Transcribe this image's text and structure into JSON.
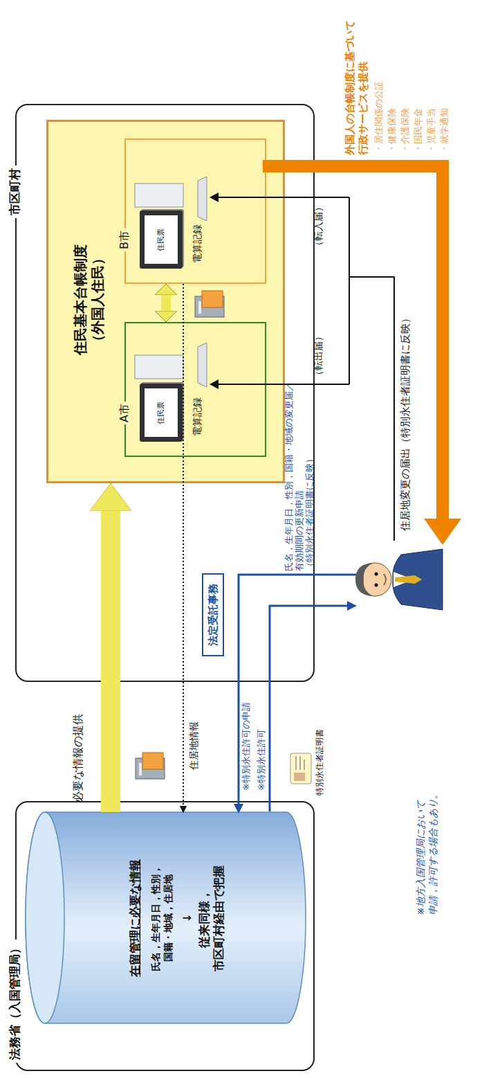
{
  "diagram": {
    "nodes": [
      {
        "text": [
          "法務省（入国管理局）"
        ]
      },
      {
        "text": [
          "在留管理に必要な情報",
          "氏名，生年月日，性別， 国籍・地域，住居地",
          "↓",
          "従来同様， 市区町村経由で把握"
        ],
        "in": 0
      },
      {
        "text": [
          "市区町村"
        ]
      },
      {
        "text": [
          "住民基本台帳制度 （外国人住民）"
        ],
        "in": 2
      },
      {
        "text": [
          "A市",
          "住民票",
          "電算記録"
        ],
        "in": 3
      },
      {
        "text": [
          "B市",
          "住民票",
          "電算記録"
        ],
        "in": 3
      },
      {
        "text": [
          "法定受託事務"
        ],
        "in": 2
      }
    ],
    "edges": [
      {
        "from": 1,
        "to": 3,
        "arrow": "to",
        "label": "必要な情報の提供"
      },
      {
        "from": 4,
        "to": 5,
        "arrow": "both"
      },
      {
        "from": 4,
        "to": 1,
        "arrow": "to",
        "label": "住居地情報"
      },
      {
        "from": 5,
        "to": 1,
        "arrow": "to"
      }
    ],
    "labels": [
      "外国人の台帳制度に基づいて 行政サービスを提供",
      "・居住関係の公証",
      "・健康保険",
      "・介護保険",
      "・国民年金",
      "・児童手当",
      "・就学通知",
      "（転出届）",
      "（転入届）",
      "住居地変更の届出（特別永住者証明書に反映）",
      "氏名，生年月日，性別，国籍・地域の変更届／ 有効期間の更新申請 （特別永住者証明書に反映）",
      "※特別永住許可の申請",
      "※特別永住許可",
      "特別永住者証明書",
      "※地方入国管理局において 申請，許可する場合もあり。"
    ]
  }
}
